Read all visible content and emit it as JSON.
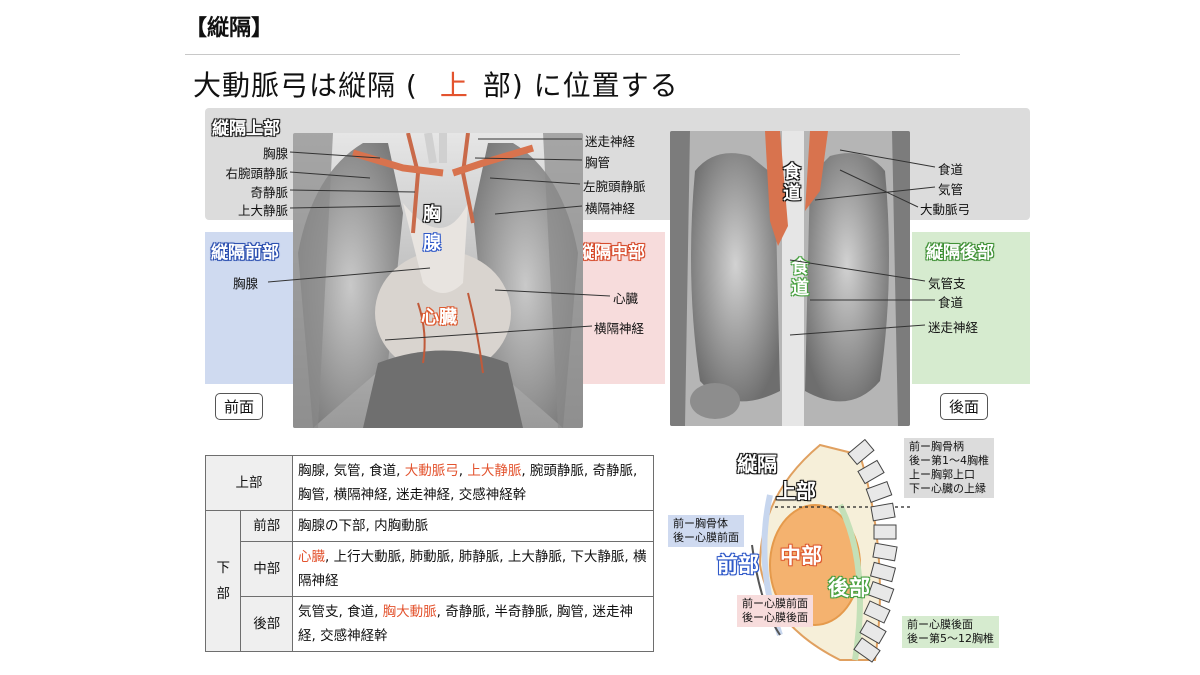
{
  "section_title": "【縦隔】",
  "headline": {
    "before": "大動脈弓は縦隔 (",
    "answer": "上",
    "after": "部) に位置する"
  },
  "bands": {
    "superior": "縦隔上部",
    "anterior": "縦隔前部",
    "middle": "縦隔中部",
    "posterior": "縦隔後部"
  },
  "front_figure": {
    "tag": "前面",
    "left_labels": [
      "胸腺",
      "右腕頭静脈",
      "奇静脈",
      "上大静脈",
      "胸腺"
    ],
    "right_labels": [
      "迷走神経",
      "胸管",
      "左腕頭静脈",
      "横隔神経",
      "心臓",
      "横隔神経"
    ],
    "overlay_thymus_top": "胸",
    "overlay_thymus_bottom": "腺",
    "overlay_heart": "心臓"
  },
  "back_figure": {
    "tag": "後面",
    "right_labels": [
      "食道",
      "気管",
      "大動脈弓",
      "気管支",
      "食道",
      "迷走神経"
    ],
    "overlay_esophagus_top": [
      "食",
      "道"
    ],
    "overlay_esophagus_bottom": [
      "食",
      "道"
    ]
  },
  "table": {
    "upper": {
      "label": "上部",
      "text_before": "胸腺, 気管, 食道, ",
      "red1": "大動脈弓",
      "sep": ", ",
      "red2": "上大静脈",
      "text_after": ", 腕頭静脈, 奇静脈, 胸管, 横隔神経, 迷走神経, 交感神経幹"
    },
    "lower_label": [
      "下",
      "部"
    ],
    "anterior": {
      "label": "前部",
      "text": "胸腺の下部, 内胸動脈"
    },
    "middle": {
      "label": "中部",
      "red": "心臓",
      "text": ", 上行大動脈, 肺動脈, 肺静脈, 上大静脈, 下大静脈, 横隔神経"
    },
    "posterior": {
      "label": "後部",
      "text_before": "気管支, 食道, ",
      "red": "胸大動脈",
      "text_after": ", 奇静脈, 半奇静脈, 胸管, 迷走神経, 交感神経幹"
    }
  },
  "diagram": {
    "title_top": "縦隔",
    "title_upper": "上部",
    "anterior": "前部",
    "middle": "中部",
    "posterior": "後部",
    "note_upper": [
      "前ー胸骨柄",
      "後ー第1〜4胸椎",
      "上ー胸郭上口",
      "下ー心臓の上縁"
    ],
    "note_anterior": [
      "前ー胸骨体",
      "後ー心膜前面"
    ],
    "note_middle": [
      "前ー心膜前面",
      "後ー心膜後面"
    ],
    "note_posterior": [
      "前ー心膜後面",
      "後ー第5〜12胸椎"
    ]
  },
  "colors": {
    "red": "#e3532e",
    "blue": "#2e58c8",
    "green": "#48a040",
    "grey_band": "#dcdcdc"
  }
}
